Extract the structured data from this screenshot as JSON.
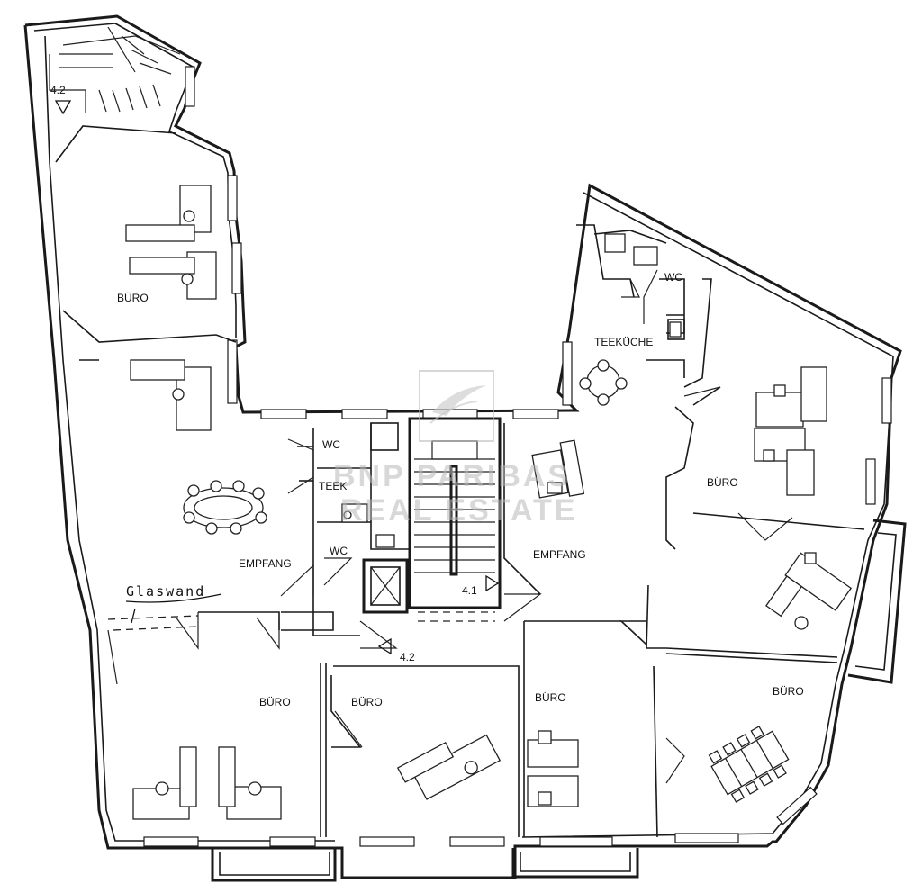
{
  "rooms": {
    "buero_nw": "BÜRO",
    "empfang_w": "EMPFANG",
    "buero_sw": "BÜRO",
    "buero_s1": "BÜRO",
    "buero_s2": "BÜRO",
    "buero_se": "BÜRO",
    "buero_e": "BÜRO",
    "empfang_e": "EMPFANG",
    "teekueche": "TEEKÜCHE",
    "wc_1": "WC",
    "wc_2": "WC",
    "wc_3": "WC",
    "teek": "TEEK"
  },
  "annotations": {
    "glaswand": "Glaswand",
    "stair_nw": "4.2",
    "stair_center": "4.1",
    "stair_south": "4.2"
  },
  "watermark": {
    "line1": "BNP PARIBAS",
    "line2": "REAL ESTATE",
    "color": "#b9b9b9"
  },
  "colors": {
    "line": "#1a1a1a",
    "background": "#ffffff"
  }
}
